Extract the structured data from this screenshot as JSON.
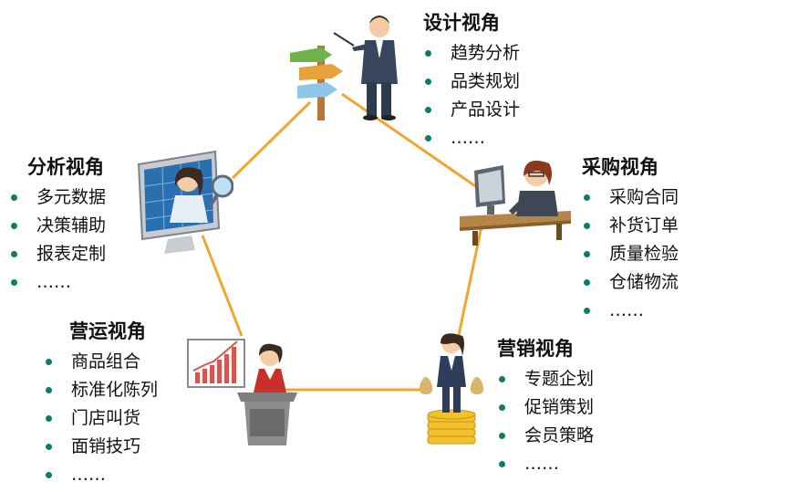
{
  "accent_line_color": "#f2a531",
  "bullet_color": "#127a6b",
  "perspectives": [
    {
      "title": "设计视角",
      "items": [
        "趋势分析",
        "品类规划",
        "产品设计",
        "……"
      ],
      "icon": "presenter-with-signpost-icon"
    },
    {
      "title": "采购视角",
      "items": [
        "采购合同",
        "补货订单",
        "质量检验",
        "仓储物流",
        "……"
      ],
      "icon": "buyer-at-computer-icon"
    },
    {
      "title": "营销视角",
      "items": [
        "专题企划",
        "促销策划",
        "会员策略",
        "……"
      ],
      "icon": "marketer-on-coins-icon"
    },
    {
      "title": "营运视角",
      "items": [
        "商品组合",
        "标准化陈列",
        "门店叫货",
        "面销技巧",
        "……"
      ],
      "icon": "sales-counter-with-chart-icon"
    },
    {
      "title": "分析视角",
      "items": [
        "多元数据",
        "决策辅助",
        "报表定制",
        "……"
      ],
      "icon": "analyst-with-magnifier-icon"
    }
  ]
}
